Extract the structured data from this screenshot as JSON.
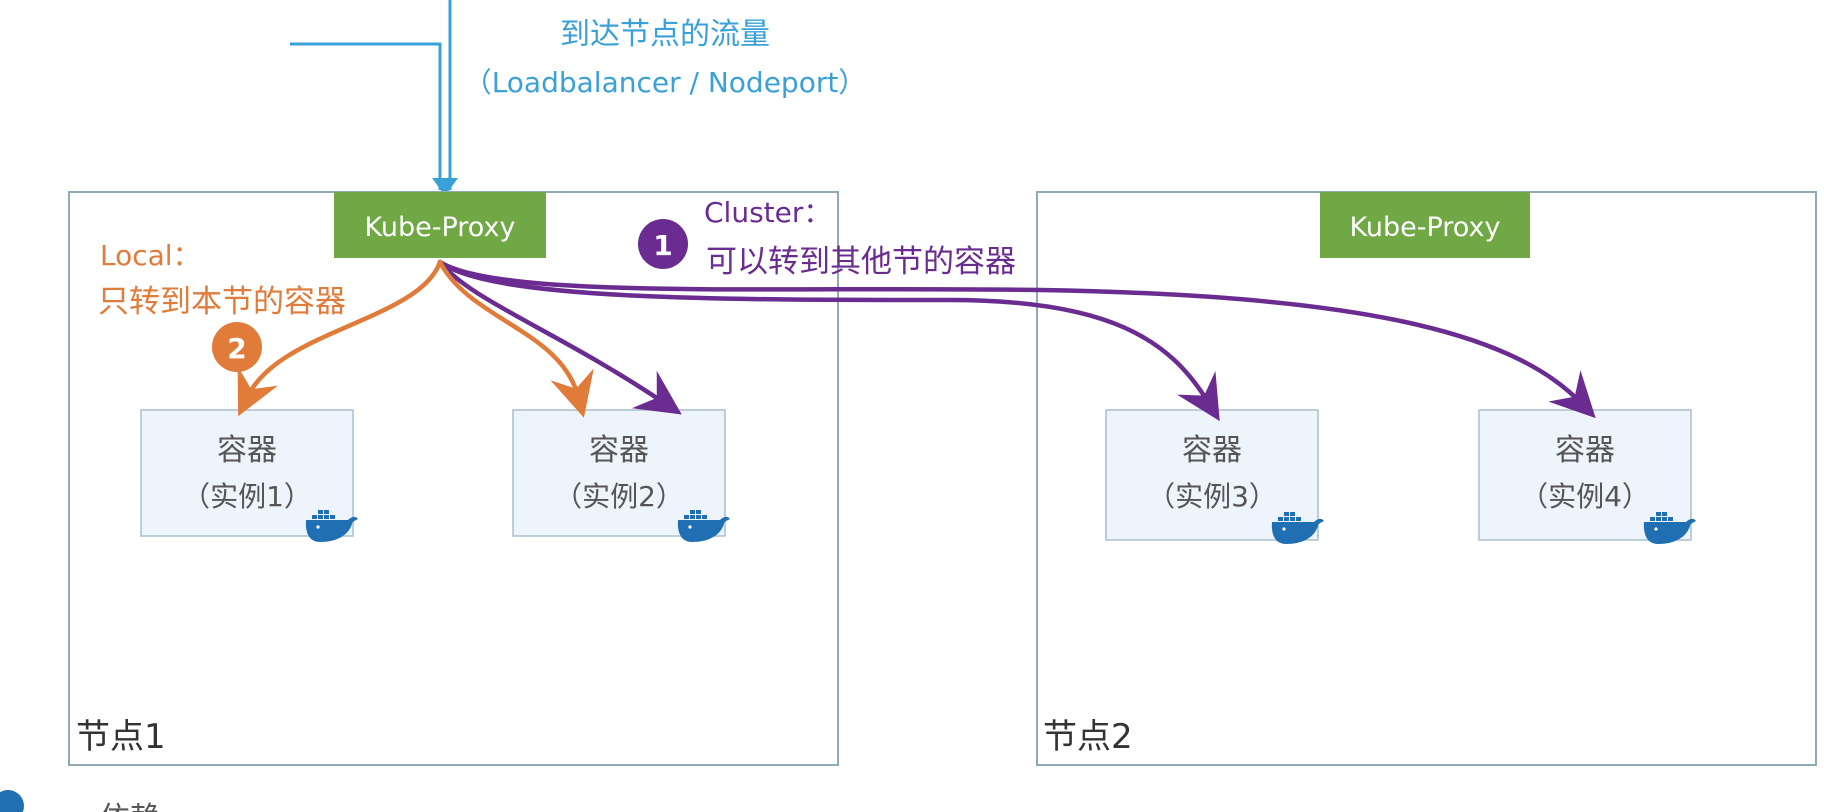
{
  "traffic": {
    "label": "到达节点的流量",
    "sublabel": "（Loadbalancer / Nodeport）"
  },
  "nodes": [
    {
      "name": "节点1",
      "proxy": "Kube-Proxy"
    },
    {
      "name": "节点2",
      "proxy": "Kube-Proxy"
    }
  ],
  "containers": [
    {
      "title": "容器",
      "instance": "（实例1）"
    },
    {
      "title": "容器",
      "instance": "（实例2）"
    },
    {
      "title": "容器",
      "instance": "（实例3）"
    },
    {
      "title": "容器",
      "instance": "（实例4）"
    }
  ],
  "policies": {
    "cluster": {
      "number": "1",
      "title": "Cluster：",
      "desc": "可以转到其他节的容器",
      "color": "#6a2c91"
    },
    "local": {
      "number": "2",
      "title": "Local：",
      "desc": "只转到本节的容器",
      "color": "#e07b39"
    }
  },
  "footer_fragment": "依赖",
  "colors": {
    "traffic": "#3aa1d8",
    "proxy": "#70a845",
    "node_border": "#8faab6",
    "container_border": "#a9bfcc",
    "container_fill": "#eef4fb",
    "docker": "#1f6fb2"
  }
}
